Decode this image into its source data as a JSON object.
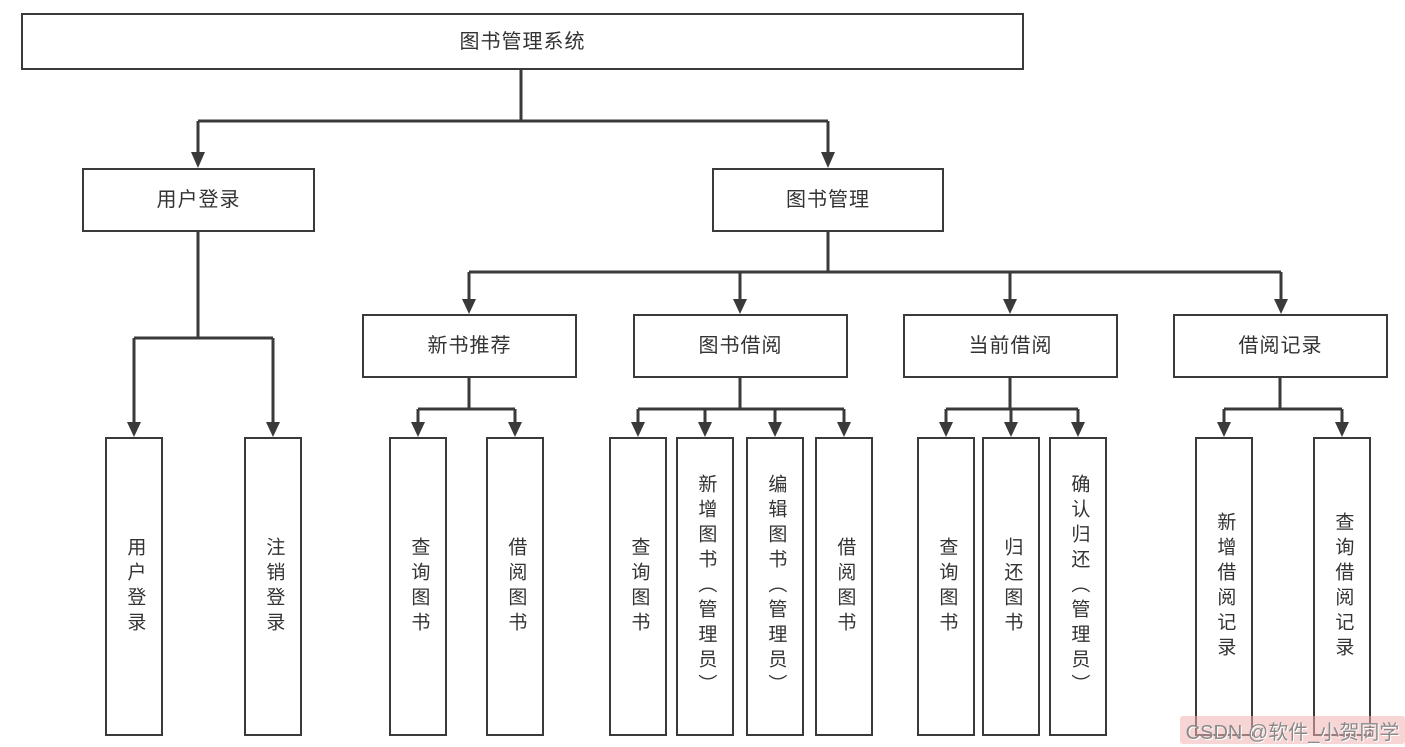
{
  "diagram": {
    "type": "functional-structure-tree",
    "tree": {
      "label": "图书管理系统",
      "children": [
        {
          "label": "用户登录",
          "children": [
            {
              "label": "用户登录"
            },
            {
              "label": "注销登录"
            }
          ]
        },
        {
          "label": "图书管理",
          "children": [
            {
              "label": "新书推荐",
              "children": [
                {
                  "label": "查询图书"
                },
                {
                  "label": "借阅图书"
                }
              ]
            },
            {
              "label": "图书借阅",
              "children": [
                {
                  "label": "查询图书"
                },
                {
                  "label": "新增图书（管理员）"
                },
                {
                  "label": "编辑图书（管理员）"
                },
                {
                  "label": "借阅图书"
                }
              ]
            },
            {
              "label": "当前借阅",
              "children": [
                {
                  "label": "查询图书"
                },
                {
                  "label": "归还图书"
                },
                {
                  "label": "确认归还（管理员）"
                }
              ]
            },
            {
              "label": "借阅记录",
              "children": [
                {
                  "label": "新增借阅记录"
                },
                {
                  "label": "查询借阅记录"
                }
              ]
            }
          ]
        }
      ]
    },
    "colors": {
      "line": "#3a3a3a",
      "box_border": "#3a3a3a",
      "box_background": "#ffffff",
      "text": "#333333",
      "page_background": "#ffffff",
      "watermark_text": "#8a8a8a",
      "watermark_background": "#f3b3b3"
    }
  },
  "watermark": {
    "text": "CSDN @软件_小贺同学"
  }
}
